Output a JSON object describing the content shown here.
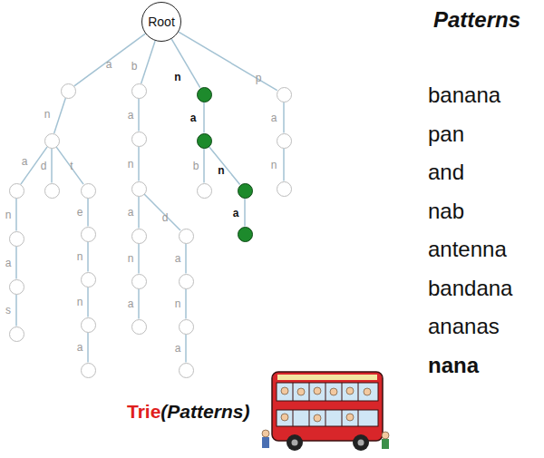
{
  "diagram": {
    "nodes": [
      {
        "text": [
          "Root"
        ]
      },
      {
        "text": []
      },
      {
        "text": []
      },
      {
        "text": []
      },
      {
        "text": []
      },
      {
        "text": []
      },
      {
        "text": []
      },
      {
        "text": []
      },
      {
        "text": []
      },
      {
        "text": []
      },
      {
        "text": []
      },
      {
        "text": []
      },
      {
        "text": []
      },
      {
        "text": []
      },
      {
        "text": []
      },
      {
        "text": []
      },
      {
        "text": []
      },
      {
        "text": []
      },
      {
        "text": []
      },
      {
        "text": []
      },
      {
        "text": []
      },
      {
        "text": []
      },
      {
        "text": []
      },
      {
        "text": []
      },
      {
        "text": []
      },
      {
        "text": []
      },
      {
        "text": []
      },
      {
        "text": []
      },
      {
        "text": []
      },
      {
        "text": []
      },
      {
        "text": []
      }
    ],
    "edges": [
      {
        "from": 0,
        "to": 1,
        "arrow": "none",
        "label": "a"
      },
      {
        "from": 1,
        "to": 2,
        "arrow": "none",
        "label": "n"
      },
      {
        "from": 2,
        "to": 3,
        "arrow": "none",
        "label": "a"
      },
      {
        "from": 3,
        "to": 4,
        "arrow": "none",
        "label": "n"
      },
      {
        "from": 4,
        "to": 5,
        "arrow": "none",
        "label": "a"
      },
      {
        "from": 5,
        "to": 6,
        "arrow": "none",
        "label": "s"
      },
      {
        "from": 2,
        "to": 7,
        "arrow": "none",
        "label": "d"
      },
      {
        "from": 2,
        "to": 8,
        "arrow": "none",
        "label": "t"
      },
      {
        "from": 8,
        "to": 9,
        "arrow": "none",
        "label": "e"
      },
      {
        "from": 9,
        "to": 10,
        "arrow": "none",
        "label": "n"
      },
      {
        "from": 10,
        "to": 11,
        "arrow": "none",
        "label": "n"
      },
      {
        "from": 11,
        "to": 12,
        "arrow": "none",
        "label": "a"
      },
      {
        "from": 0,
        "to": 13,
        "arrow": "none",
        "label": "b"
      },
      {
        "from": 13,
        "to": 14,
        "arrow": "none",
        "label": "a"
      },
      {
        "from": 14,
        "to": 15,
        "arrow": "none",
        "label": "n"
      },
      {
        "from": 15,
        "to": 16,
        "arrow": "none",
        "label": "a"
      },
      {
        "from": 16,
        "to": 17,
        "arrow": "none",
        "label": "n"
      },
      {
        "from": 17,
        "to": 18,
        "arrow": "none",
        "label": "a"
      },
      {
        "from": 15,
        "to": 19,
        "arrow": "none",
        "label": "d"
      },
      {
        "from": 19,
        "to": 20,
        "arrow": "none",
        "label": "a"
      },
      {
        "from": 20,
        "to": 21,
        "arrow": "none",
        "label": "n"
      },
      {
        "from": 21,
        "to": 22,
        "arrow": "none",
        "label": "a"
      },
      {
        "from": 0,
        "to": 23,
        "arrow": "none",
        "label": "n"
      },
      {
        "from": 23,
        "to": 24,
        "arrow": "none",
        "label": "a"
      },
      {
        "from": 24,
        "to": 25,
        "arrow": "none",
        "label": "b"
      },
      {
        "from": 24,
        "to": 26,
        "arrow": "none",
        "label": "n"
      },
      {
        "from": 26,
        "to": 27,
        "arrow": "none",
        "label": "a"
      },
      {
        "from": 0,
        "to": 28,
        "arrow": "none",
        "label": "p"
      },
      {
        "from": 28,
        "to": 29,
        "arrow": "none",
        "label": "a"
      },
      {
        "from": 29,
        "to": 30,
        "arrow": "none",
        "label": "n"
      }
    ],
    "labels": [
      "Patterns",
      "banana",
      "pan",
      "and",
      "nab",
      "antenna",
      "bandana",
      "ananas",
      "nana",
      "Trie",
      "(Patterns)"
    ]
  }
}
